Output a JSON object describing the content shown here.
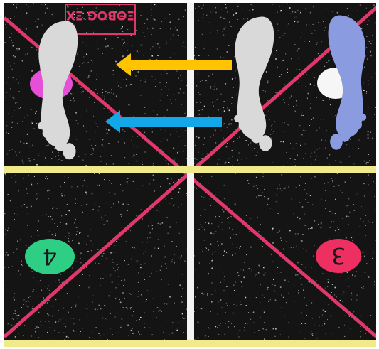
{
  "board": {
    "logo_text": "ΞΘBOG ΞX",
    "colors": {
      "mat": "#141414",
      "divider_vertical": "#f4f4f4",
      "divider_horizontal": "#f1ea8a",
      "diagonal": "#e0386b",
      "footprint_grey": "#d9d9d9",
      "footprint_blue": "#8a9be0",
      "arrow_top": "#ffc300",
      "arrow_bottom": "#12a7e8",
      "circle_pink": "#e64fd8",
      "circle_green": "#2ecf84",
      "circle_red": "#ee2f62",
      "circle_white": "#f6f6f6"
    },
    "markers": [
      {
        "label": "",
        "color": "pink",
        "quadrant": "top-left"
      },
      {
        "label": "",
        "color": "white",
        "quadrant": "top-right"
      },
      {
        "label": "4",
        "color": "green",
        "quadrant": "bottom-left"
      },
      {
        "label": "3",
        "color": "red",
        "quadrant": "bottom-right"
      }
    ],
    "footprints": [
      {
        "foot": "left",
        "color": "grey",
        "quadrant": "top-left"
      },
      {
        "foot": "left",
        "color": "grey",
        "quadrant": "top-right"
      },
      {
        "foot": "right",
        "color": "blue",
        "quadrant": "top-right"
      }
    ],
    "arrows": [
      {
        "direction": "left",
        "color": "yellow"
      },
      {
        "direction": "left",
        "color": "blue"
      }
    ]
  }
}
